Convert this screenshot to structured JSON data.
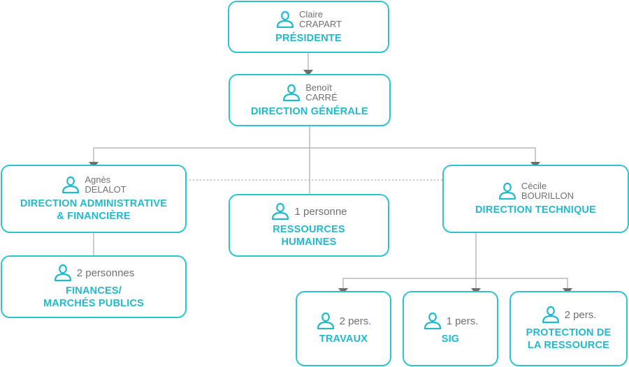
{
  "nodes": {
    "presidente": {
      "first": "Claire",
      "last": "CRAPART",
      "title": "PRÉSIDENTE"
    },
    "dg": {
      "first": "Benoït",
      "last": "CARRÉ",
      "title": "DIRECTION GÉNÉRALE"
    },
    "daf": {
      "first": "Agnès",
      "last": "DELALOT",
      "title_l1": "DIRECTION ADMINISTRATIVE",
      "title_l2": "& FINANCIÈRE"
    },
    "rh": {
      "count": "1 personne",
      "title_l1": "RESSOURCES",
      "title_l2": "HUMAINES"
    },
    "dt": {
      "first": "Cécile",
      "last": "BOURILLON",
      "title": "DIRECTION TECHNIQUE"
    },
    "finances": {
      "count": "2 personnes",
      "title_l1": "FINANCES/",
      "title_l2": "MARCHÉS PUBLICS"
    },
    "travaux": {
      "count": "2 pers.",
      "title": "TRAVAUX"
    },
    "sig": {
      "count": "1 pers.",
      "title": "SIG"
    },
    "protection": {
      "count": "2 pers.",
      "title_l1": "PROTECTION DE",
      "title_l2": "LA RESSOURCE"
    }
  },
  "colors": {
    "accent": "#21b9cb",
    "border": "#2cc3d3",
    "connector": "#a9a9a9",
    "text_muted": "#707070"
  },
  "icon": "person-icon"
}
